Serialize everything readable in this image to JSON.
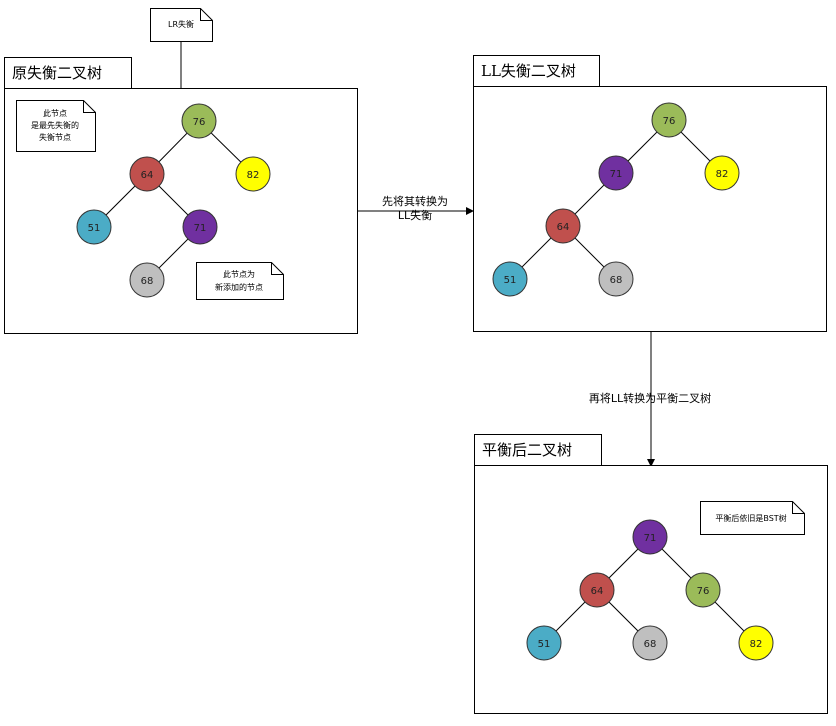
{
  "colors": {
    "green": "#9bbb59",
    "red": "#c0504d",
    "yellow": "#ffff00",
    "blue": "#4bacc6",
    "purple": "#7030a0",
    "gray": "#bfbfbf"
  },
  "top_note": {
    "text": "LR失衡"
  },
  "frames": [
    {
      "id": "original",
      "title": "原失衡二叉树",
      "nodes": [
        {
          "id": "n76",
          "label": "76",
          "color": "green"
        },
        {
          "id": "n82",
          "label": "82",
          "color": "yellow"
        },
        {
          "id": "n64",
          "label": "64",
          "color": "red"
        },
        {
          "id": "n51",
          "label": "51",
          "color": "blue"
        },
        {
          "id": "n71",
          "label": "71",
          "color": "purple"
        },
        {
          "id": "n68",
          "label": "68",
          "color": "gray"
        }
      ],
      "edges": [
        [
          "n76",
          "n64"
        ],
        [
          "n76",
          "n82"
        ],
        [
          "n64",
          "n51"
        ],
        [
          "n64",
          "n71"
        ],
        [
          "n71",
          "n68"
        ]
      ],
      "notes": [
        {
          "lines": [
            "此节点",
            "是最先失衡的",
            "失衡节点"
          ],
          "attach": "n76"
        },
        {
          "lines": [
            "此节点为",
            "新添加的节点"
          ],
          "attach": "n68"
        }
      ]
    },
    {
      "id": "ll",
      "title": "LL失衡二叉树",
      "nodes": [
        {
          "id": "n76",
          "label": "76",
          "color": "green"
        },
        {
          "id": "n82",
          "label": "82",
          "color": "yellow"
        },
        {
          "id": "n71",
          "label": "71",
          "color": "purple"
        },
        {
          "id": "n64",
          "label": "64",
          "color": "red"
        },
        {
          "id": "n51",
          "label": "51",
          "color": "blue"
        },
        {
          "id": "n68",
          "label": "68",
          "color": "gray"
        }
      ],
      "edges": [
        [
          "n76",
          "n71"
        ],
        [
          "n76",
          "n82"
        ],
        [
          "n71",
          "n64"
        ],
        [
          "n64",
          "n51"
        ],
        [
          "n64",
          "n68"
        ]
      ],
      "notes": []
    },
    {
      "id": "balanced",
      "title": "平衡后二叉树",
      "nodes": [
        {
          "id": "n71",
          "label": "71",
          "color": "purple"
        },
        {
          "id": "n64",
          "label": "64",
          "color": "red"
        },
        {
          "id": "n76",
          "label": "76",
          "color": "green"
        },
        {
          "id": "n51",
          "label": "51",
          "color": "blue"
        },
        {
          "id": "n68",
          "label": "68",
          "color": "gray"
        },
        {
          "id": "n82",
          "label": "82",
          "color": "yellow"
        }
      ],
      "edges": [
        [
          "n71",
          "n64"
        ],
        [
          "n71",
          "n76"
        ],
        [
          "n64",
          "n51"
        ],
        [
          "n64",
          "n68"
        ],
        [
          "n76",
          "n82"
        ]
      ],
      "notes": [
        {
          "lines": [
            "平衡后依旧是BST树"
          ],
          "attach": "n71"
        }
      ]
    }
  ],
  "arrows": [
    {
      "id": "to-ll",
      "lines": [
        "先将其转换为",
        "LL失衡"
      ]
    },
    {
      "id": "to-balanced",
      "lines": [
        "再将LL转换为平衡二叉树"
      ]
    }
  ]
}
